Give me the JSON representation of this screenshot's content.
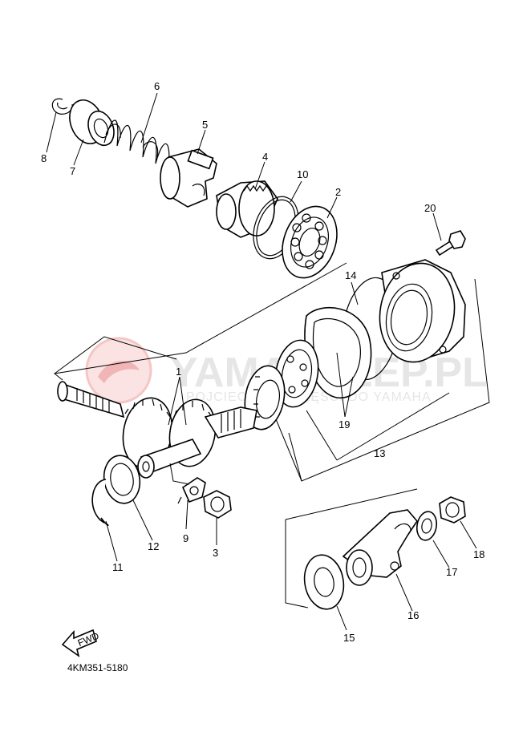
{
  "watermark": {
    "main": "YAMASKLEP.PL",
    "sub": "POJCIECOWEJ  CZĘŚCI DO  YAMAHA"
  },
  "callouts": {
    "c1": "1",
    "c2": "2",
    "c3": "3",
    "c4": "4",
    "c5": "5",
    "c6": "6",
    "c7": "7",
    "c8": "8",
    "c9": "9",
    "c10": "10",
    "c11": "11",
    "c12": "12",
    "c13": "13",
    "c14": "14",
    "c15": "15",
    "c16": "16",
    "c17": "17",
    "c18": "18",
    "c19": "19",
    "c20": "20"
  },
  "fwd_arrow_text": "FWD",
  "diagram_code": "4KM351-5180"
}
